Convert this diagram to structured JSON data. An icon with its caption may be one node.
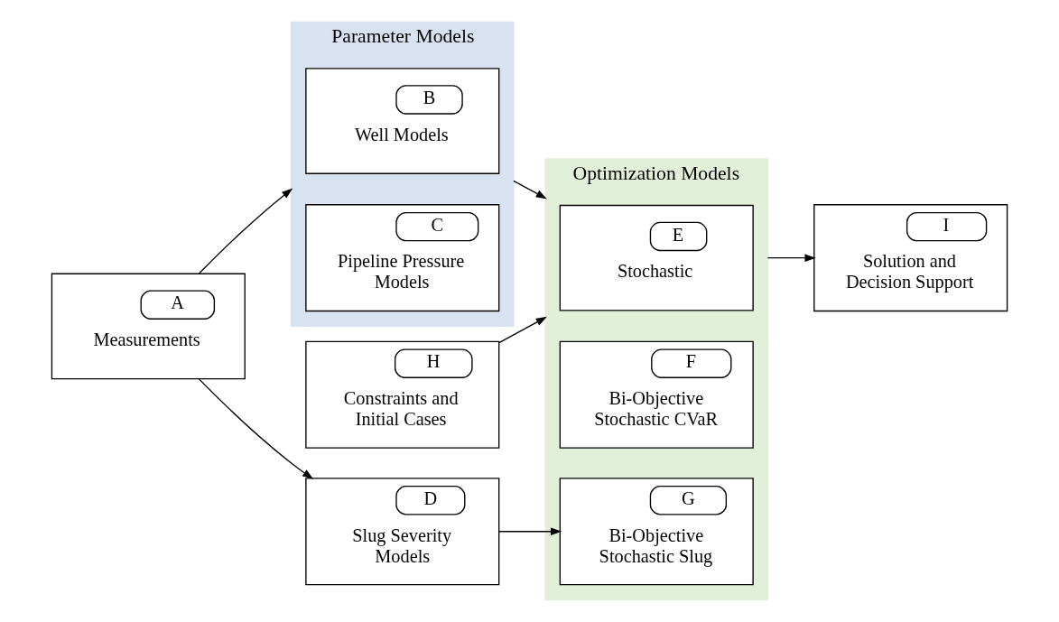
{
  "diagram": {
    "nodes": [
      {
        "text": [
          "A",
          "Measurements"
        ]
      },
      {
        "text": [
          "Parameter Models"
        ]
      },
      {
        "text": [
          "B",
          "Well Models"
        ],
        "in": 1
      },
      {
        "text": [
          "C",
          "Pipeline Pressure Models"
        ],
        "in": 1
      },
      {
        "text": [
          "D",
          "Slug Severity Models"
        ]
      },
      {
        "text": [
          "Optimization Models"
        ]
      },
      {
        "text": [
          "E",
          "Stochastic"
        ],
        "in": 5
      },
      {
        "text": [
          "F",
          "Bi-Objective Stochastic CVaR"
        ],
        "in": 5
      },
      {
        "text": [
          "G",
          "Bi-Objective Stochastic Slug"
        ],
        "in": 5
      },
      {
        "text": [
          "H",
          "Constraints and Initial Cases"
        ]
      },
      {
        "text": [
          "I",
          "Solution and Decision Support"
        ]
      }
    ],
    "edges": [
      {
        "from": 0,
        "to": 1,
        "arrow": "to"
      },
      {
        "from": 0,
        "to": 4,
        "arrow": "to"
      },
      {
        "from": 1,
        "to": 5,
        "arrow": "to"
      },
      {
        "from": 4,
        "to": 8,
        "arrow": "to"
      },
      {
        "from": 9,
        "to": 5,
        "arrow": "to"
      },
      {
        "from": 5,
        "to": 10,
        "arrow": "to"
      }
    ]
  }
}
